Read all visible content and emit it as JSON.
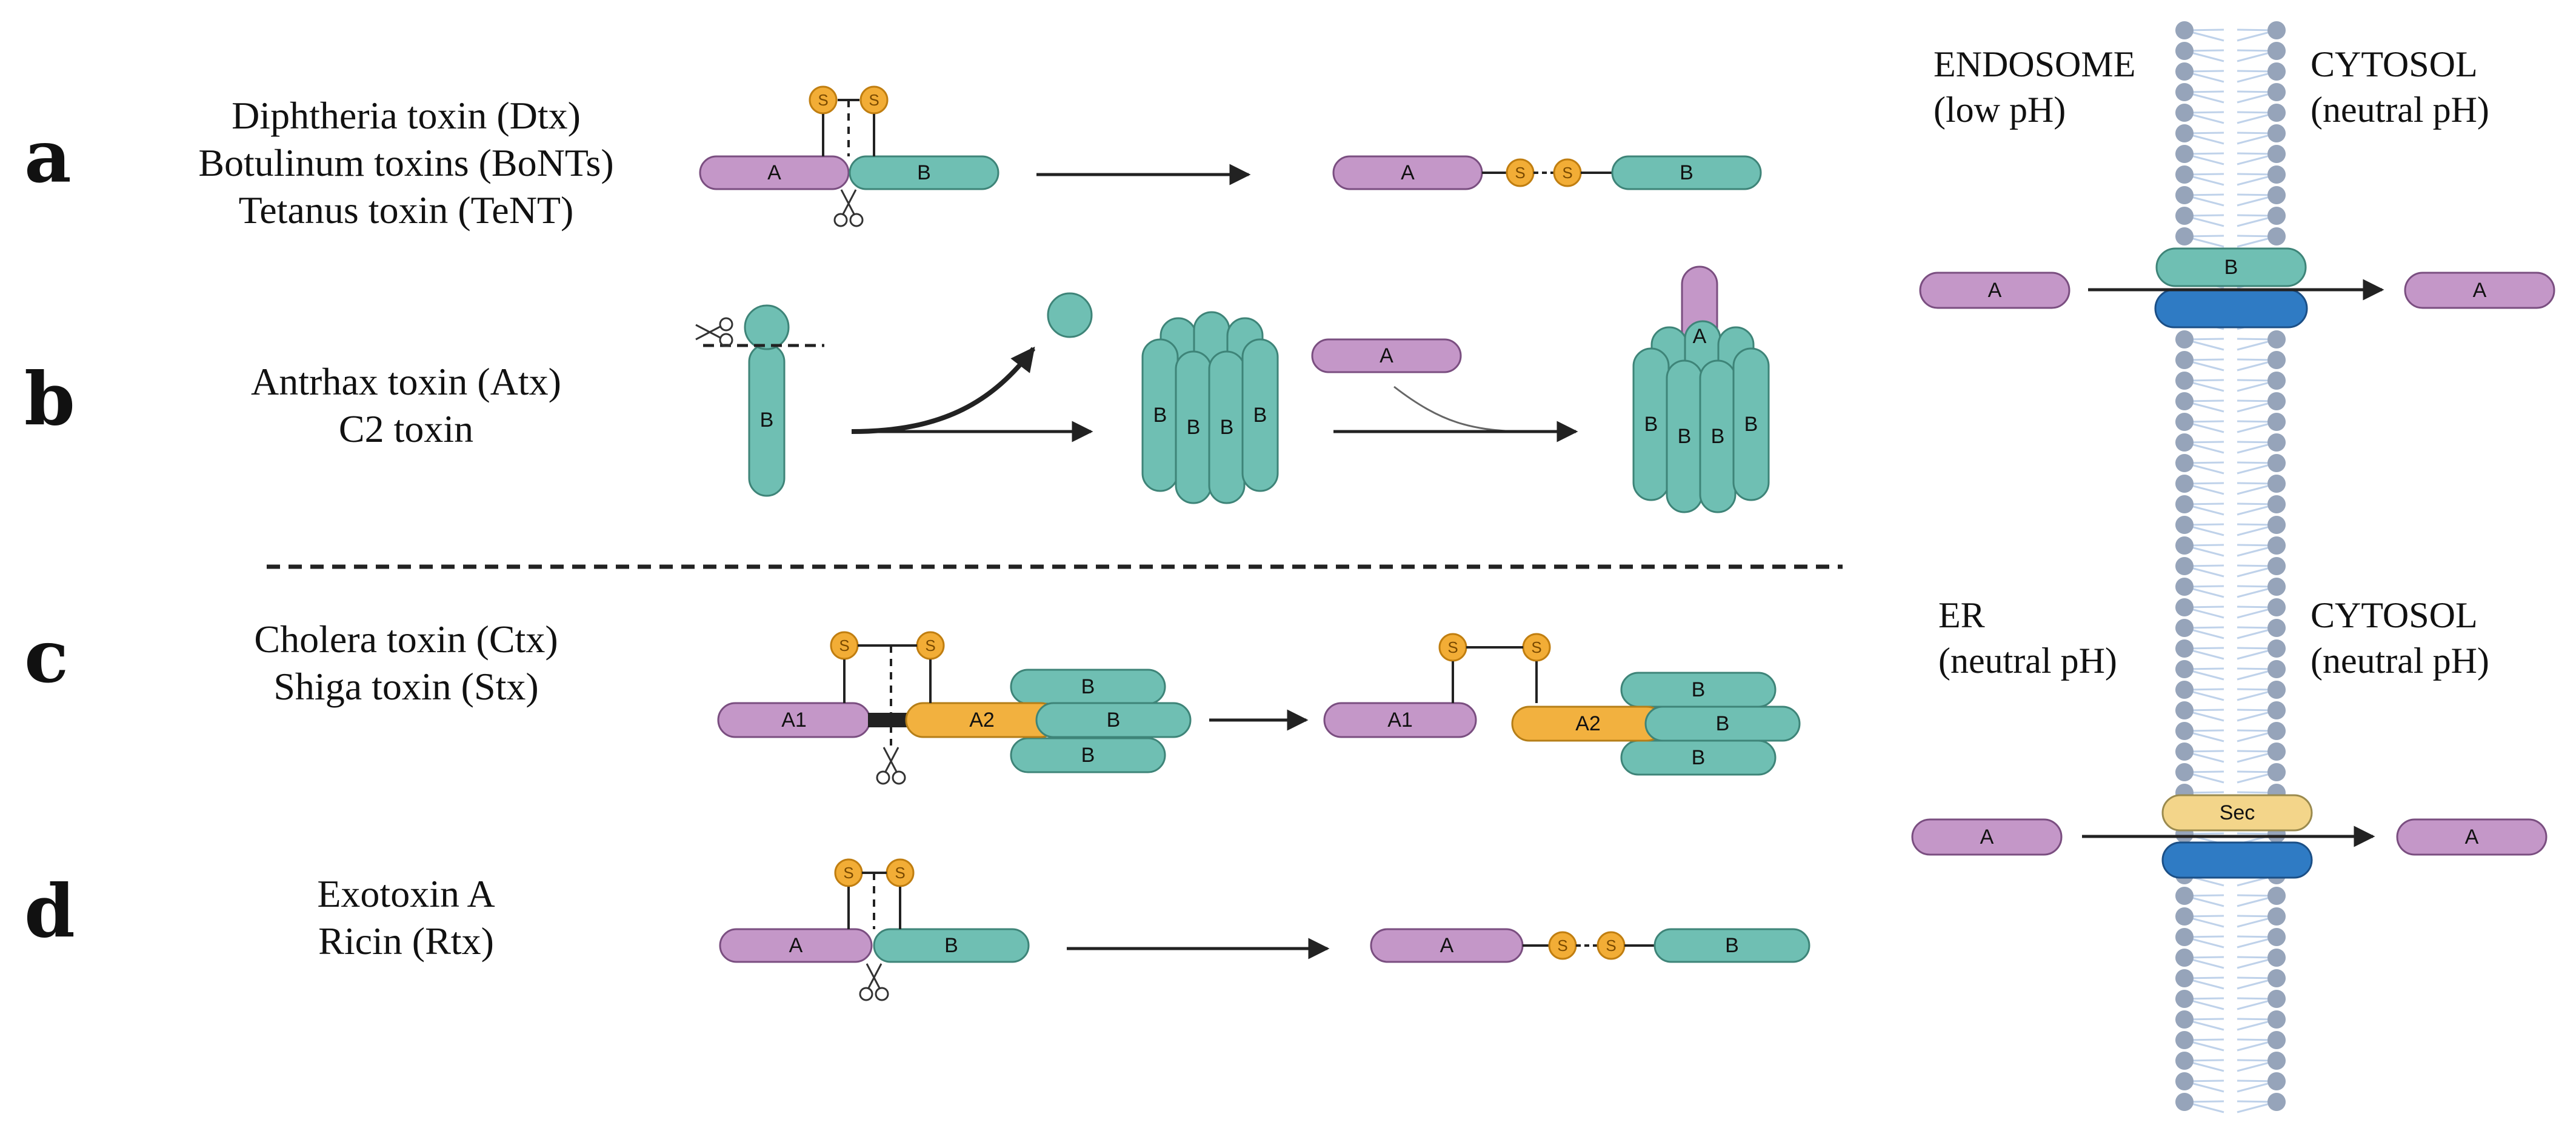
{
  "colors": {
    "a_chain": "#c497c8",
    "a_chain_stroke": "#7a4e80",
    "b_chain": "#6fbfb3",
    "b_chain_stroke": "#3e8478",
    "a2_chain": "#f2b13f",
    "a2_chain_stroke": "#b57e17",
    "s_bond": "#f2ad36",
    "s_bond_stroke": "#c07e10",
    "sec": "#f3d58a",
    "sec_stroke": "#9a8a4e",
    "channel": "#2f7bc4",
    "channel_stroke": "#1b4f86",
    "lipid_head": "#96a4ba",
    "lipid_tail": "#bfd2ea",
    "arrow": "#222222"
  },
  "rows": [
    {
      "letter": "a",
      "names": [
        "Diphtheria toxin (Dtx)",
        "Botulinum toxins (BoNTs)",
        "Tetanus toxin (TeNT)"
      ]
    },
    {
      "letter": "b",
      "names": [
        "Antrhax toxin (Atx)",
        "C2 toxin"
      ]
    },
    {
      "letter": "c",
      "names": [
        "Cholera toxin (Ctx)",
        "Shiga toxin (Stx)"
      ]
    },
    {
      "letter": "d",
      "names": [
        "Exotoxin A",
        "Ricin (Rtx)"
      ]
    }
  ],
  "compartments": {
    "top": {
      "left": [
        "ENDOSOME",
        "(low pH)"
      ],
      "right": [
        "CYTOSOL",
        "(neutral pH)"
      ]
    },
    "bottom": {
      "left": [
        "ER",
        "(neutral pH)"
      ],
      "right": [
        "CYTOSOL",
        "(neutral pH)"
      ]
    }
  },
  "chain_labels": {
    "a": "A",
    "b": "B",
    "a1": "A1",
    "a2": "A2",
    "s": "S",
    "sec": "Sec"
  },
  "icons": [
    "scissors-icon",
    "arrow-icon",
    "lipid-bilayer-icon",
    "disulfide-bond-icon",
    "pore-channel-icon"
  ]
}
